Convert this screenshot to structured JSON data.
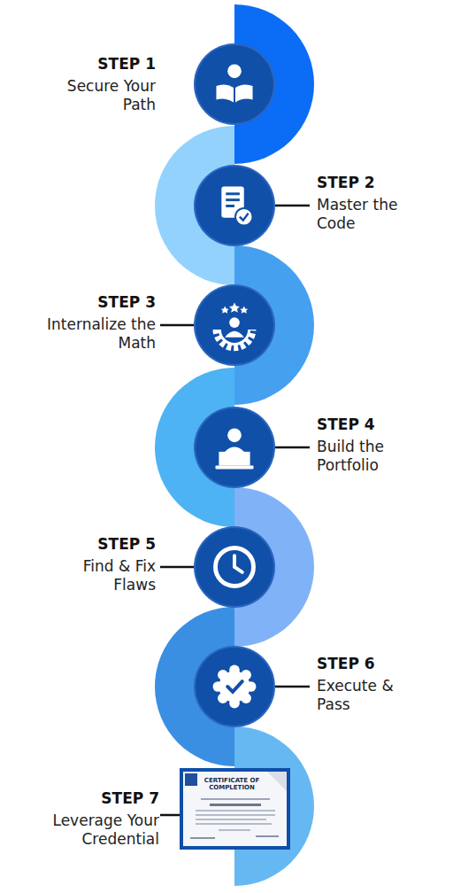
{
  "diagram": {
    "nodes": [
      {
        "text": [
          "STEP 1",
          "Secure Your Path"
        ]
      },
      {
        "text": [
          "STEP 2",
          "Master the Code"
        ]
      },
      {
        "text": [
          "STEP 3",
          "Internalize the Math"
        ]
      },
      {
        "text": [
          "STEP 4",
          "Build the Portfolio"
        ]
      },
      {
        "text": [
          "STEP 5",
          "Find & Fix Flaws"
        ]
      },
      {
        "text": [
          "STEP 6",
          "Execute & Pass"
        ]
      },
      {
        "text": [
          "STEP 7",
          "Leverage Your Credential"
        ]
      }
    ],
    "labels": [
      "CERTIFICATE OF COMPLETION"
    ]
  }
}
